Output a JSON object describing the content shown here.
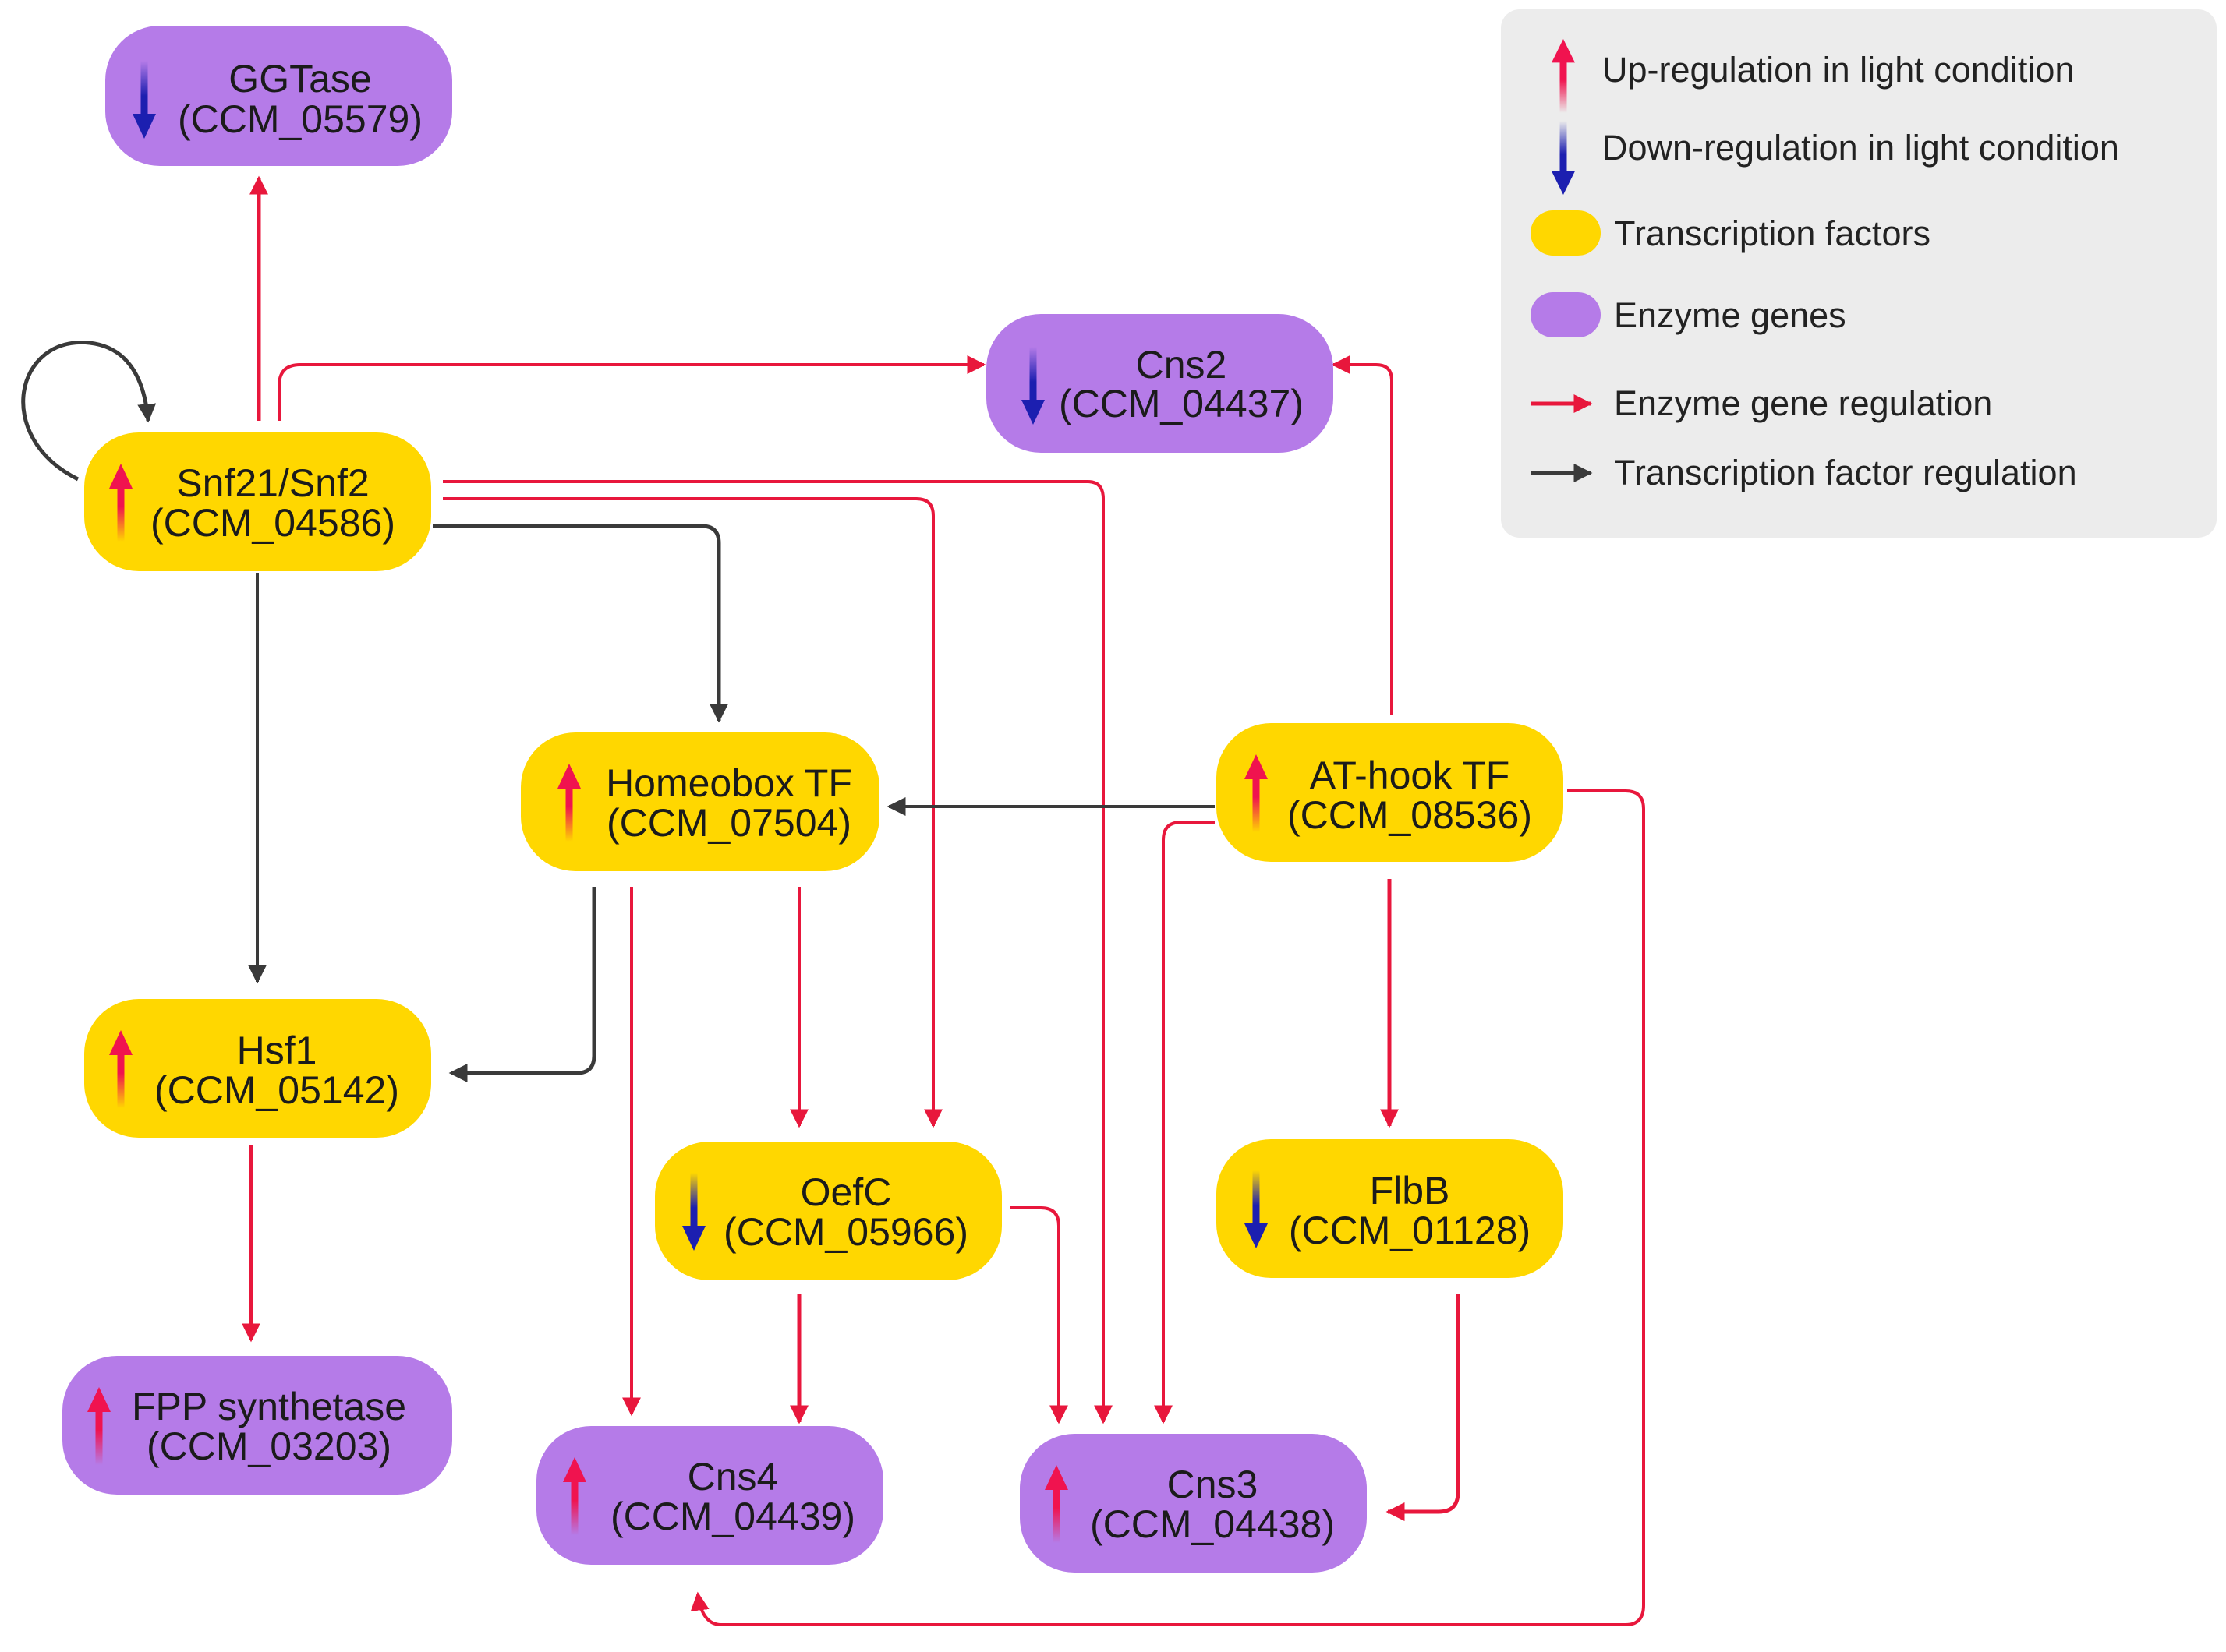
{
  "colors": {
    "transcription_factor": "#FFD700",
    "enzyme_gene": "#B57BE8",
    "up_arrow": "#F0134F",
    "down_arrow": "#1C1FB0",
    "enzyme_regulation": "#E8173C",
    "tf_regulation": "#3A3A3A",
    "legend_bg": "#ECECEC"
  },
  "nodes": {
    "ggtase": {
      "name": "GGTase",
      "id": "(CCM_05579)",
      "kind": "enzyme",
      "regulation": "down"
    },
    "snf21": {
      "name": "Snf21/Snf2",
      "id": "(CCM_04586)",
      "kind": "tf",
      "regulation": "up"
    },
    "cns2": {
      "name": "Cns2",
      "id": "(CCM_04437)",
      "kind": "enzyme",
      "regulation": "down"
    },
    "homeobox": {
      "name": "Homeobox TF",
      "id": "(CCM_07504)",
      "kind": "tf",
      "regulation": "up"
    },
    "athook": {
      "name": "AT-hook TF",
      "id": "(CCM_08536)",
      "kind": "tf",
      "regulation": "up"
    },
    "hsf1": {
      "name": "Hsf1",
      "id": "(CCM_05142)",
      "kind": "tf",
      "regulation": "up"
    },
    "oefc": {
      "name": "OefC",
      "id": "(CCM_05966)",
      "kind": "tf",
      "regulation": "down"
    },
    "flbb": {
      "name": "FlbB",
      "id": "(CCM_01128)",
      "kind": "tf",
      "regulation": "down"
    },
    "fpp": {
      "name": "FPP synthetase",
      "id": "(CCM_03203)",
      "kind": "enzyme",
      "regulation": "up"
    },
    "cns4": {
      "name": "Cns4",
      "id": "(CCM_04439)",
      "kind": "enzyme",
      "regulation": "up"
    },
    "cns3": {
      "name": "Cns3",
      "id": "(CCM_04438)",
      "kind": "enzyme",
      "regulation": "up"
    }
  },
  "edges": [
    {
      "from": "snf21",
      "to": "snf21",
      "type": "tf"
    },
    {
      "from": "snf21",
      "to": "ggtase",
      "type": "enzyme"
    },
    {
      "from": "snf21",
      "to": "cns2",
      "type": "enzyme"
    },
    {
      "from": "snf21",
      "to": "cns3",
      "type": "enzyme"
    },
    {
      "from": "snf21",
      "to": "oefc",
      "type": "enzyme"
    },
    {
      "from": "snf21",
      "to": "homeobox",
      "type": "tf"
    },
    {
      "from": "snf21",
      "to": "hsf1",
      "type": "tf"
    },
    {
      "from": "homeobox",
      "to": "hsf1",
      "type": "tf"
    },
    {
      "from": "homeobox",
      "to": "cns4",
      "type": "enzyme"
    },
    {
      "from": "homeobox",
      "to": "oefc",
      "type": "enzyme"
    },
    {
      "from": "athook",
      "to": "homeobox",
      "type": "tf"
    },
    {
      "from": "athook",
      "to": "cns2",
      "type": "enzyme"
    },
    {
      "from": "athook",
      "to": "cns3",
      "type": "enzyme"
    },
    {
      "from": "athook",
      "to": "flbb",
      "type": "enzyme"
    },
    {
      "from": "athook",
      "to": "cns4",
      "type": "enzyme"
    },
    {
      "from": "hsf1",
      "to": "fpp",
      "type": "enzyme"
    },
    {
      "from": "oefc",
      "to": "cns4",
      "type": "enzyme"
    },
    {
      "from": "oefc",
      "to": "cns3",
      "type": "enzyme"
    },
    {
      "from": "flbb",
      "to": "cns3",
      "type": "enzyme"
    }
  ],
  "legend": {
    "up": "Up-regulation in light condition",
    "down": "Down-regulation in light condition",
    "tf": "Transcription factors",
    "enzyme": "Enzyme genes",
    "enzyme_reg": "Enzyme gene regulation",
    "tf_reg": "Transcription factor regulation"
  }
}
